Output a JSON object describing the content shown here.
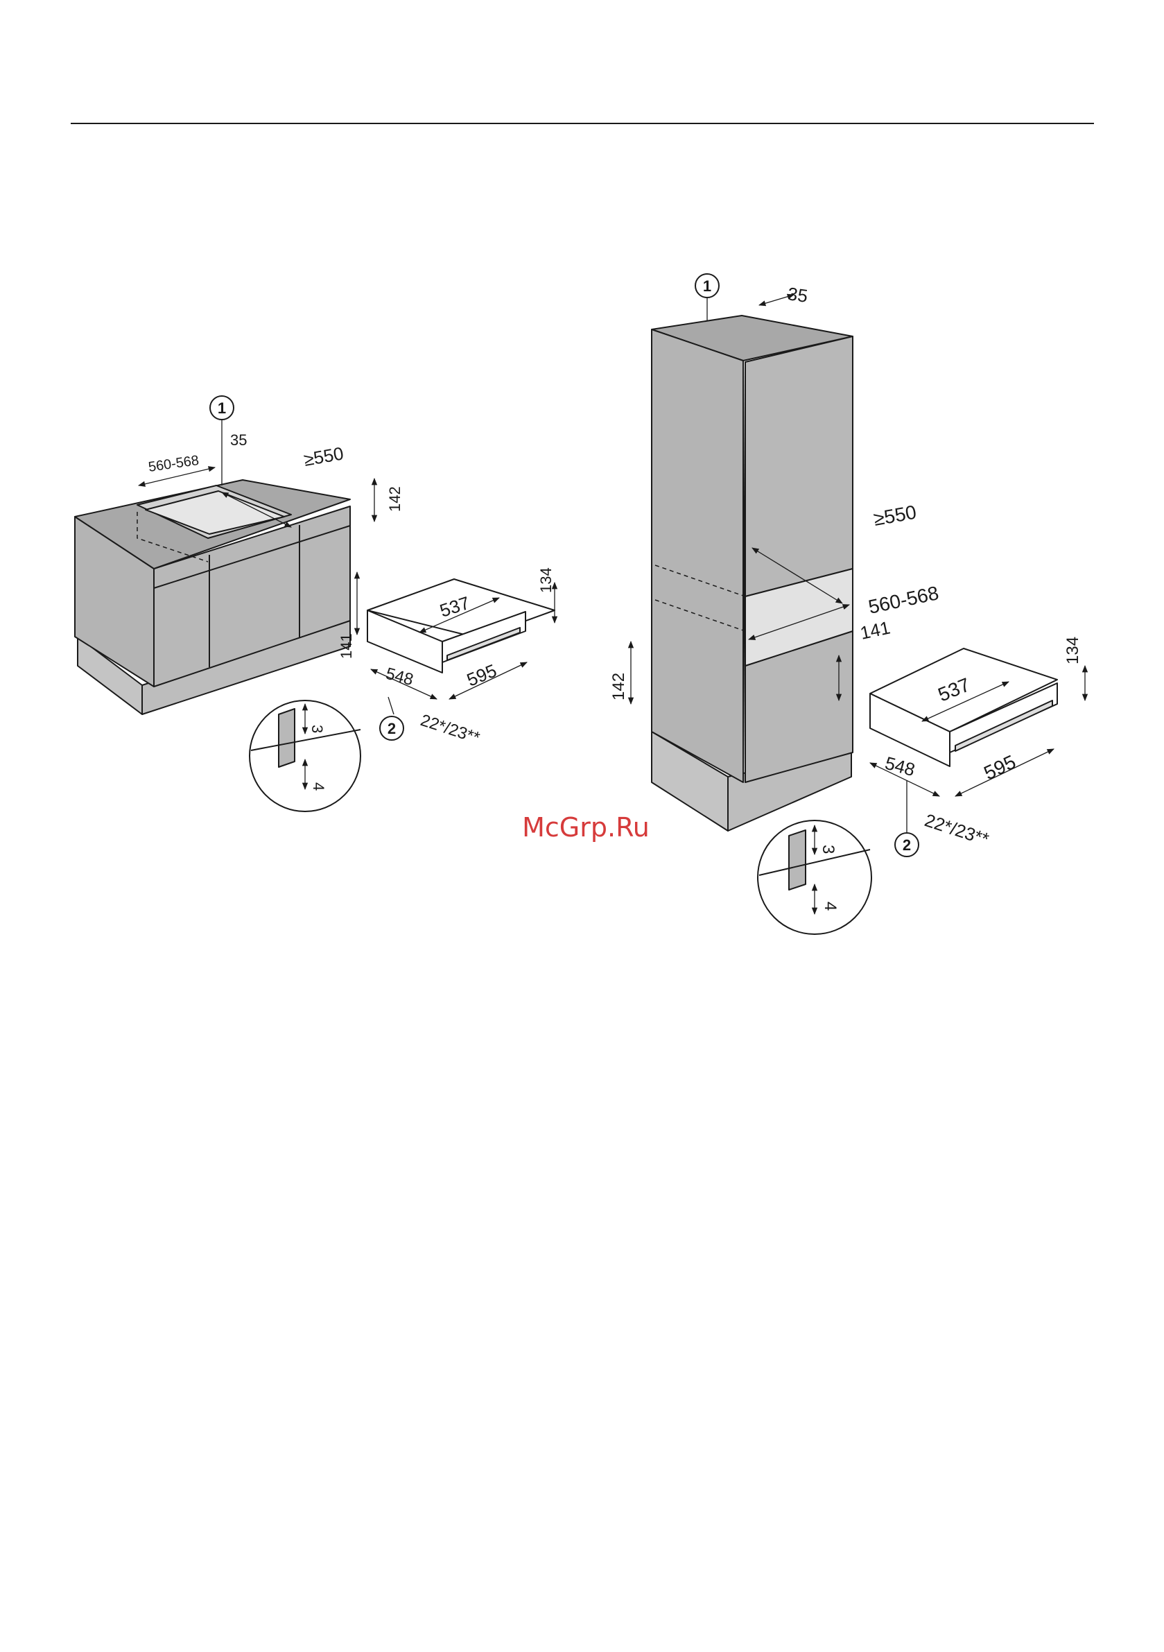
{
  "watermark": "McGrp.Ru",
  "callouts": {
    "one": "1",
    "two": "2"
  },
  "left_figure": {
    "dims": {
      "top_width": "560-568",
      "rail": "35",
      "depth": "≥550",
      "niche_height": "142",
      "drawer_height": "134",
      "front_height": "141",
      "drawer_depth": "537",
      "body_depth": "548",
      "front_width": "595",
      "front_thickness": "22*/23**"
    },
    "detail": {
      "gap_top": "3",
      "gap_side": "4"
    }
  },
  "right_figure": {
    "dims": {
      "rail": "35",
      "depth": "≥550",
      "niche_width": "560-568",
      "front_height": "141",
      "niche_height": "142",
      "drawer_height": "134",
      "drawer_depth": "537",
      "body_depth": "548",
      "front_width": "595",
      "front_thickness": "22*/23**"
    },
    "detail": {
      "gap_top": "3",
      "gap_side": "4"
    }
  },
  "colors": {
    "cabinet_fill": "#b4b4b4",
    "cabinet_top": "#a8a8a8",
    "plinth": "#bdbdbd",
    "line": "#1a1a1a",
    "watermark": "#d63b3b"
  }
}
